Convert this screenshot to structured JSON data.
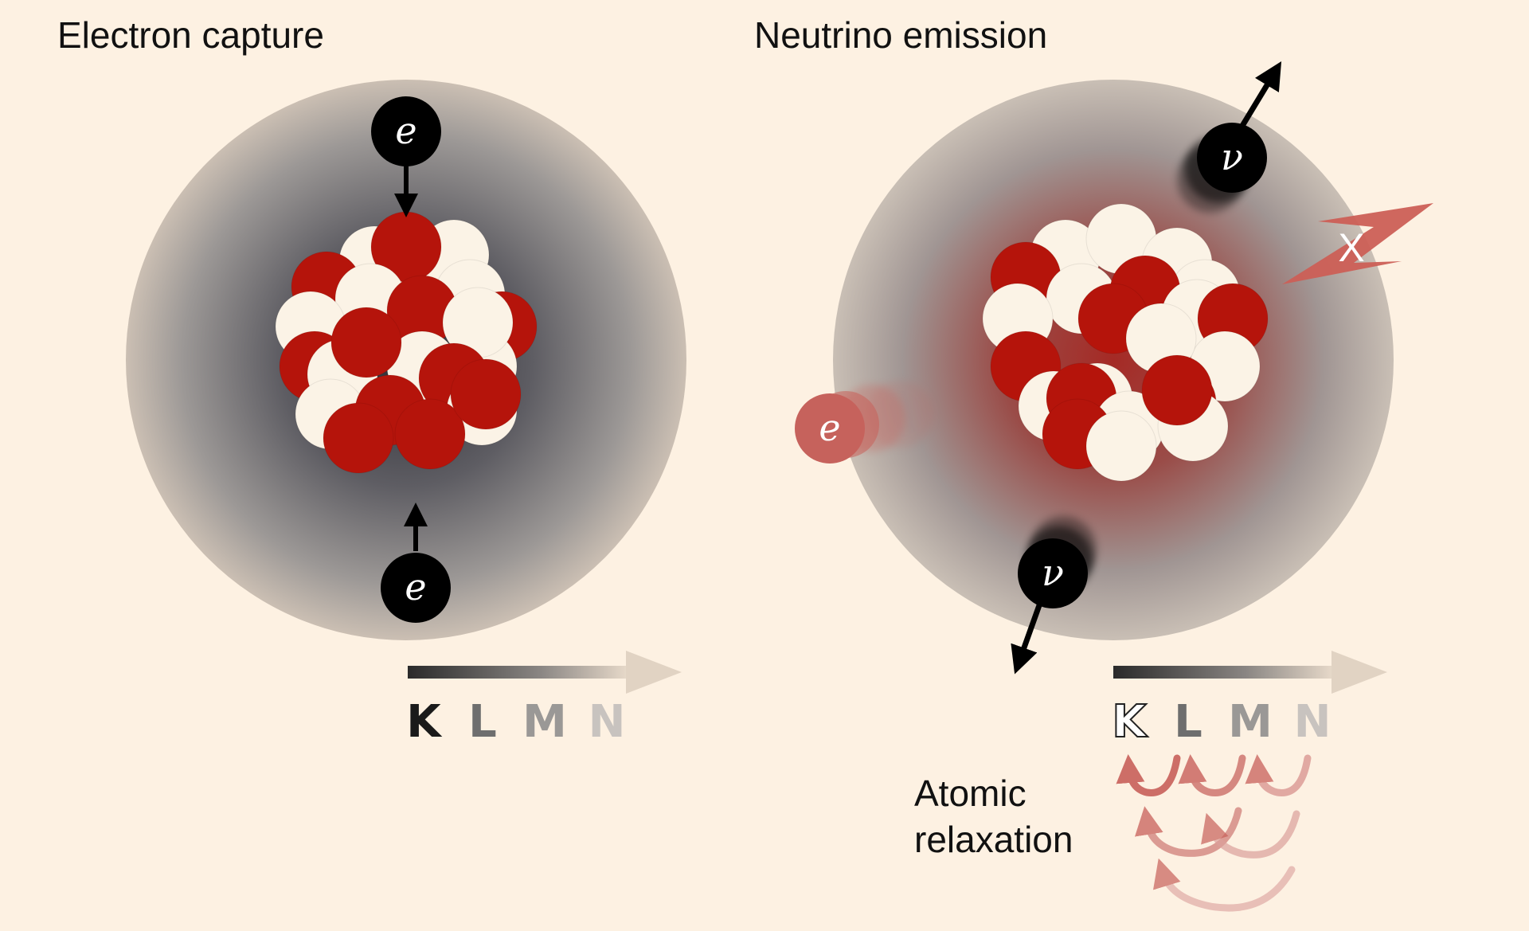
{
  "panels": {
    "left_title": "Electron capture",
    "right_title": "Neutrino emission"
  },
  "particles": {
    "electron_symbol": "e",
    "neutrino_symbol": "ν",
    "xray_symbol": "X"
  },
  "shells": [
    "K",
    "L",
    "M",
    "N"
  ],
  "caption": {
    "line1": "Atomic",
    "line2": "relaxation"
  },
  "colors": {
    "background": "#fdf1e2",
    "proton": "#b5140b",
    "neutron": "#fbf3e6",
    "particle": "#000000",
    "relaxation_arrow": "#c8605a"
  }
}
